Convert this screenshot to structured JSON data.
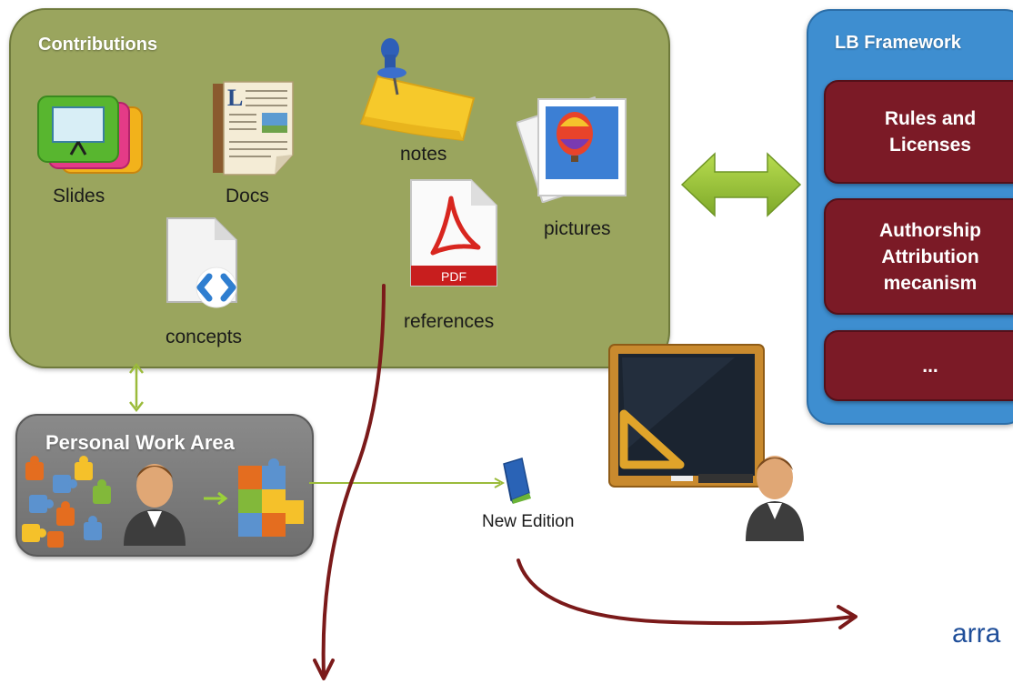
{
  "contributions": {
    "title": "Contributions",
    "items": {
      "slides": "Slides",
      "docs": "Docs",
      "notes": "notes",
      "pictures": "pictures",
      "concepts": "concepts",
      "references": "references"
    }
  },
  "framework": {
    "title": "LB Framework",
    "items": [
      "Rules and Licenses",
      "Authorship Attribution mecanism",
      "..."
    ]
  },
  "personal_work_area": {
    "title": "Personal Work Area"
  },
  "new_edition": {
    "label": "New Edition"
  },
  "cut_text": "arra",
  "colors": {
    "contributions_bg": "#9aa55e",
    "framework_bg": "#3e8ed0",
    "framework_item_bg": "#7b1a26",
    "work_area_bg": "#7a7a7a",
    "arrow_red": "#7b1a1a",
    "arrow_green": "#9cc53a",
    "connector_green": "#9bbb3b"
  }
}
